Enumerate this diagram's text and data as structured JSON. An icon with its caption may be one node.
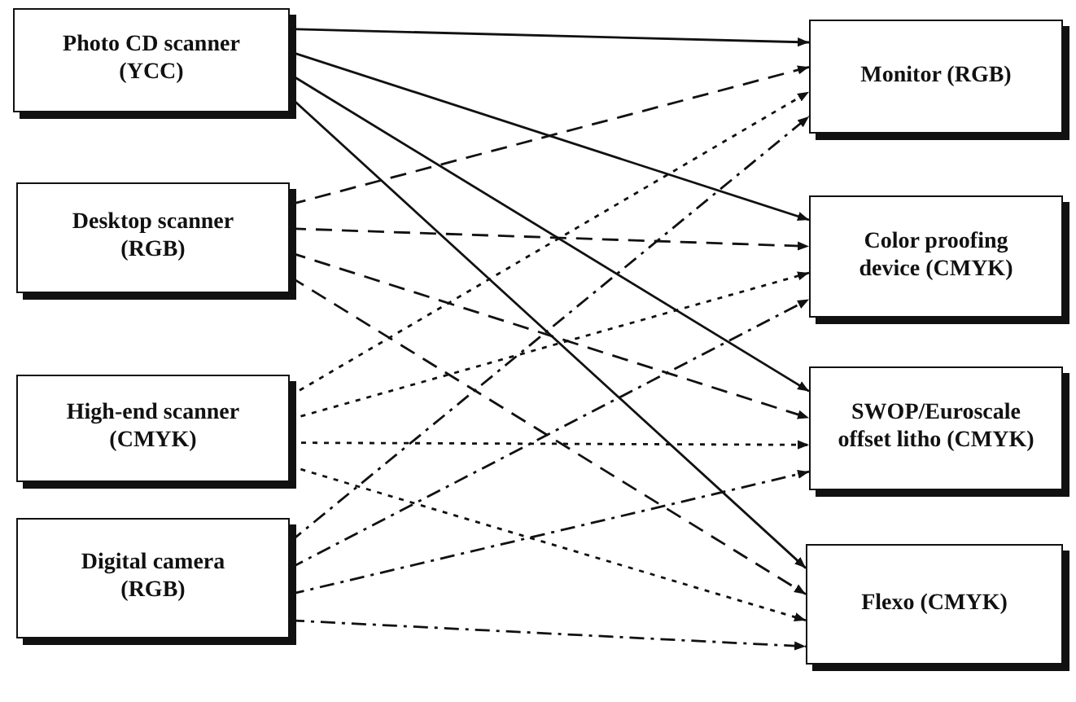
{
  "diagram": {
    "nodes": [
      {
        "text": [
          "Photo CD scanner (YCC)"
        ]
      },
      {
        "text": [
          "Desktop scanner (RGB)"
        ]
      },
      {
        "text": [
          "High-end scanner (CMYK)"
        ]
      },
      {
        "text": [
          "Digital camera (RGB)"
        ]
      },
      {
        "text": [
          "Monitor (RGB)"
        ]
      },
      {
        "text": [
          "Color proofing device (CMYK)"
        ]
      },
      {
        "text": [
          "SWOP/Euroscale offset litho (CMYK)"
        ]
      },
      {
        "text": [
          "Flexo (CMYK)"
        ]
      }
    ],
    "edges": [
      {
        "from": 0,
        "to": 4,
        "arrow": "to"
      },
      {
        "from": 0,
        "to": 5,
        "arrow": "to"
      },
      {
        "from": 0,
        "to": 6,
        "arrow": "to"
      },
      {
        "from": 0,
        "to": 7,
        "arrow": "to"
      },
      {
        "from": 1,
        "to": 4,
        "arrow": "to",
        "style": "dashed"
      },
      {
        "from": 1,
        "to": 5,
        "arrow": "to",
        "style": "dashed"
      },
      {
        "from": 1,
        "to": 6,
        "arrow": "to",
        "style": "dashed"
      },
      {
        "from": 1,
        "to": 7,
        "arrow": "to",
        "style": "dashed"
      },
      {
        "from": 2,
        "to": 4,
        "arrow": "to",
        "style": "dashed"
      },
      {
        "from": 2,
        "to": 5,
        "arrow": "to",
        "style": "dashed"
      },
      {
        "from": 2,
        "to": 6,
        "arrow": "to",
        "style": "dashed"
      },
      {
        "from": 2,
        "to": 7,
        "arrow": "to",
        "style": "dashed"
      },
      {
        "from": 3,
        "to": 4,
        "arrow": "to",
        "style": "dashed"
      },
      {
        "from": 3,
        "to": 5,
        "arrow": "to",
        "style": "dashed"
      },
      {
        "from": 3,
        "to": 6,
        "arrow": "to",
        "style": "dashed"
      },
      {
        "from": 3,
        "to": 7,
        "arrow": "to",
        "style": "dashed"
      }
    ]
  }
}
